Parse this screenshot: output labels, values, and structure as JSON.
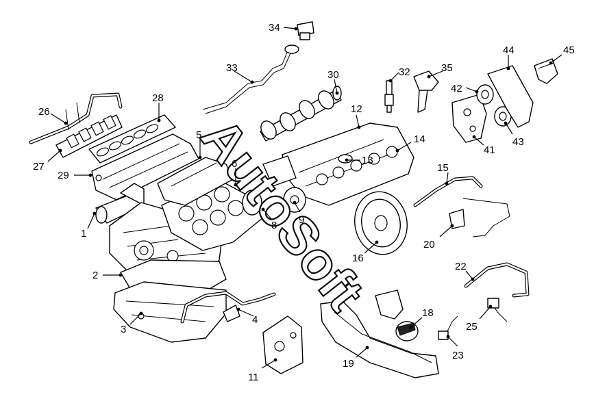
{
  "watermark": {
    "text": "AutoSoft"
  },
  "callouts": [
    "1",
    "2",
    "3",
    "4",
    "5",
    "6",
    "8",
    "9",
    "11",
    "12",
    "13",
    "14",
    "15",
    "16",
    "18",
    "19",
    "20",
    "22",
    "23",
    "25",
    "26",
    "27",
    "28",
    "29",
    "30",
    "32",
    "33",
    "34",
    "35",
    "41",
    "42",
    "43",
    "44",
    "45"
  ]
}
